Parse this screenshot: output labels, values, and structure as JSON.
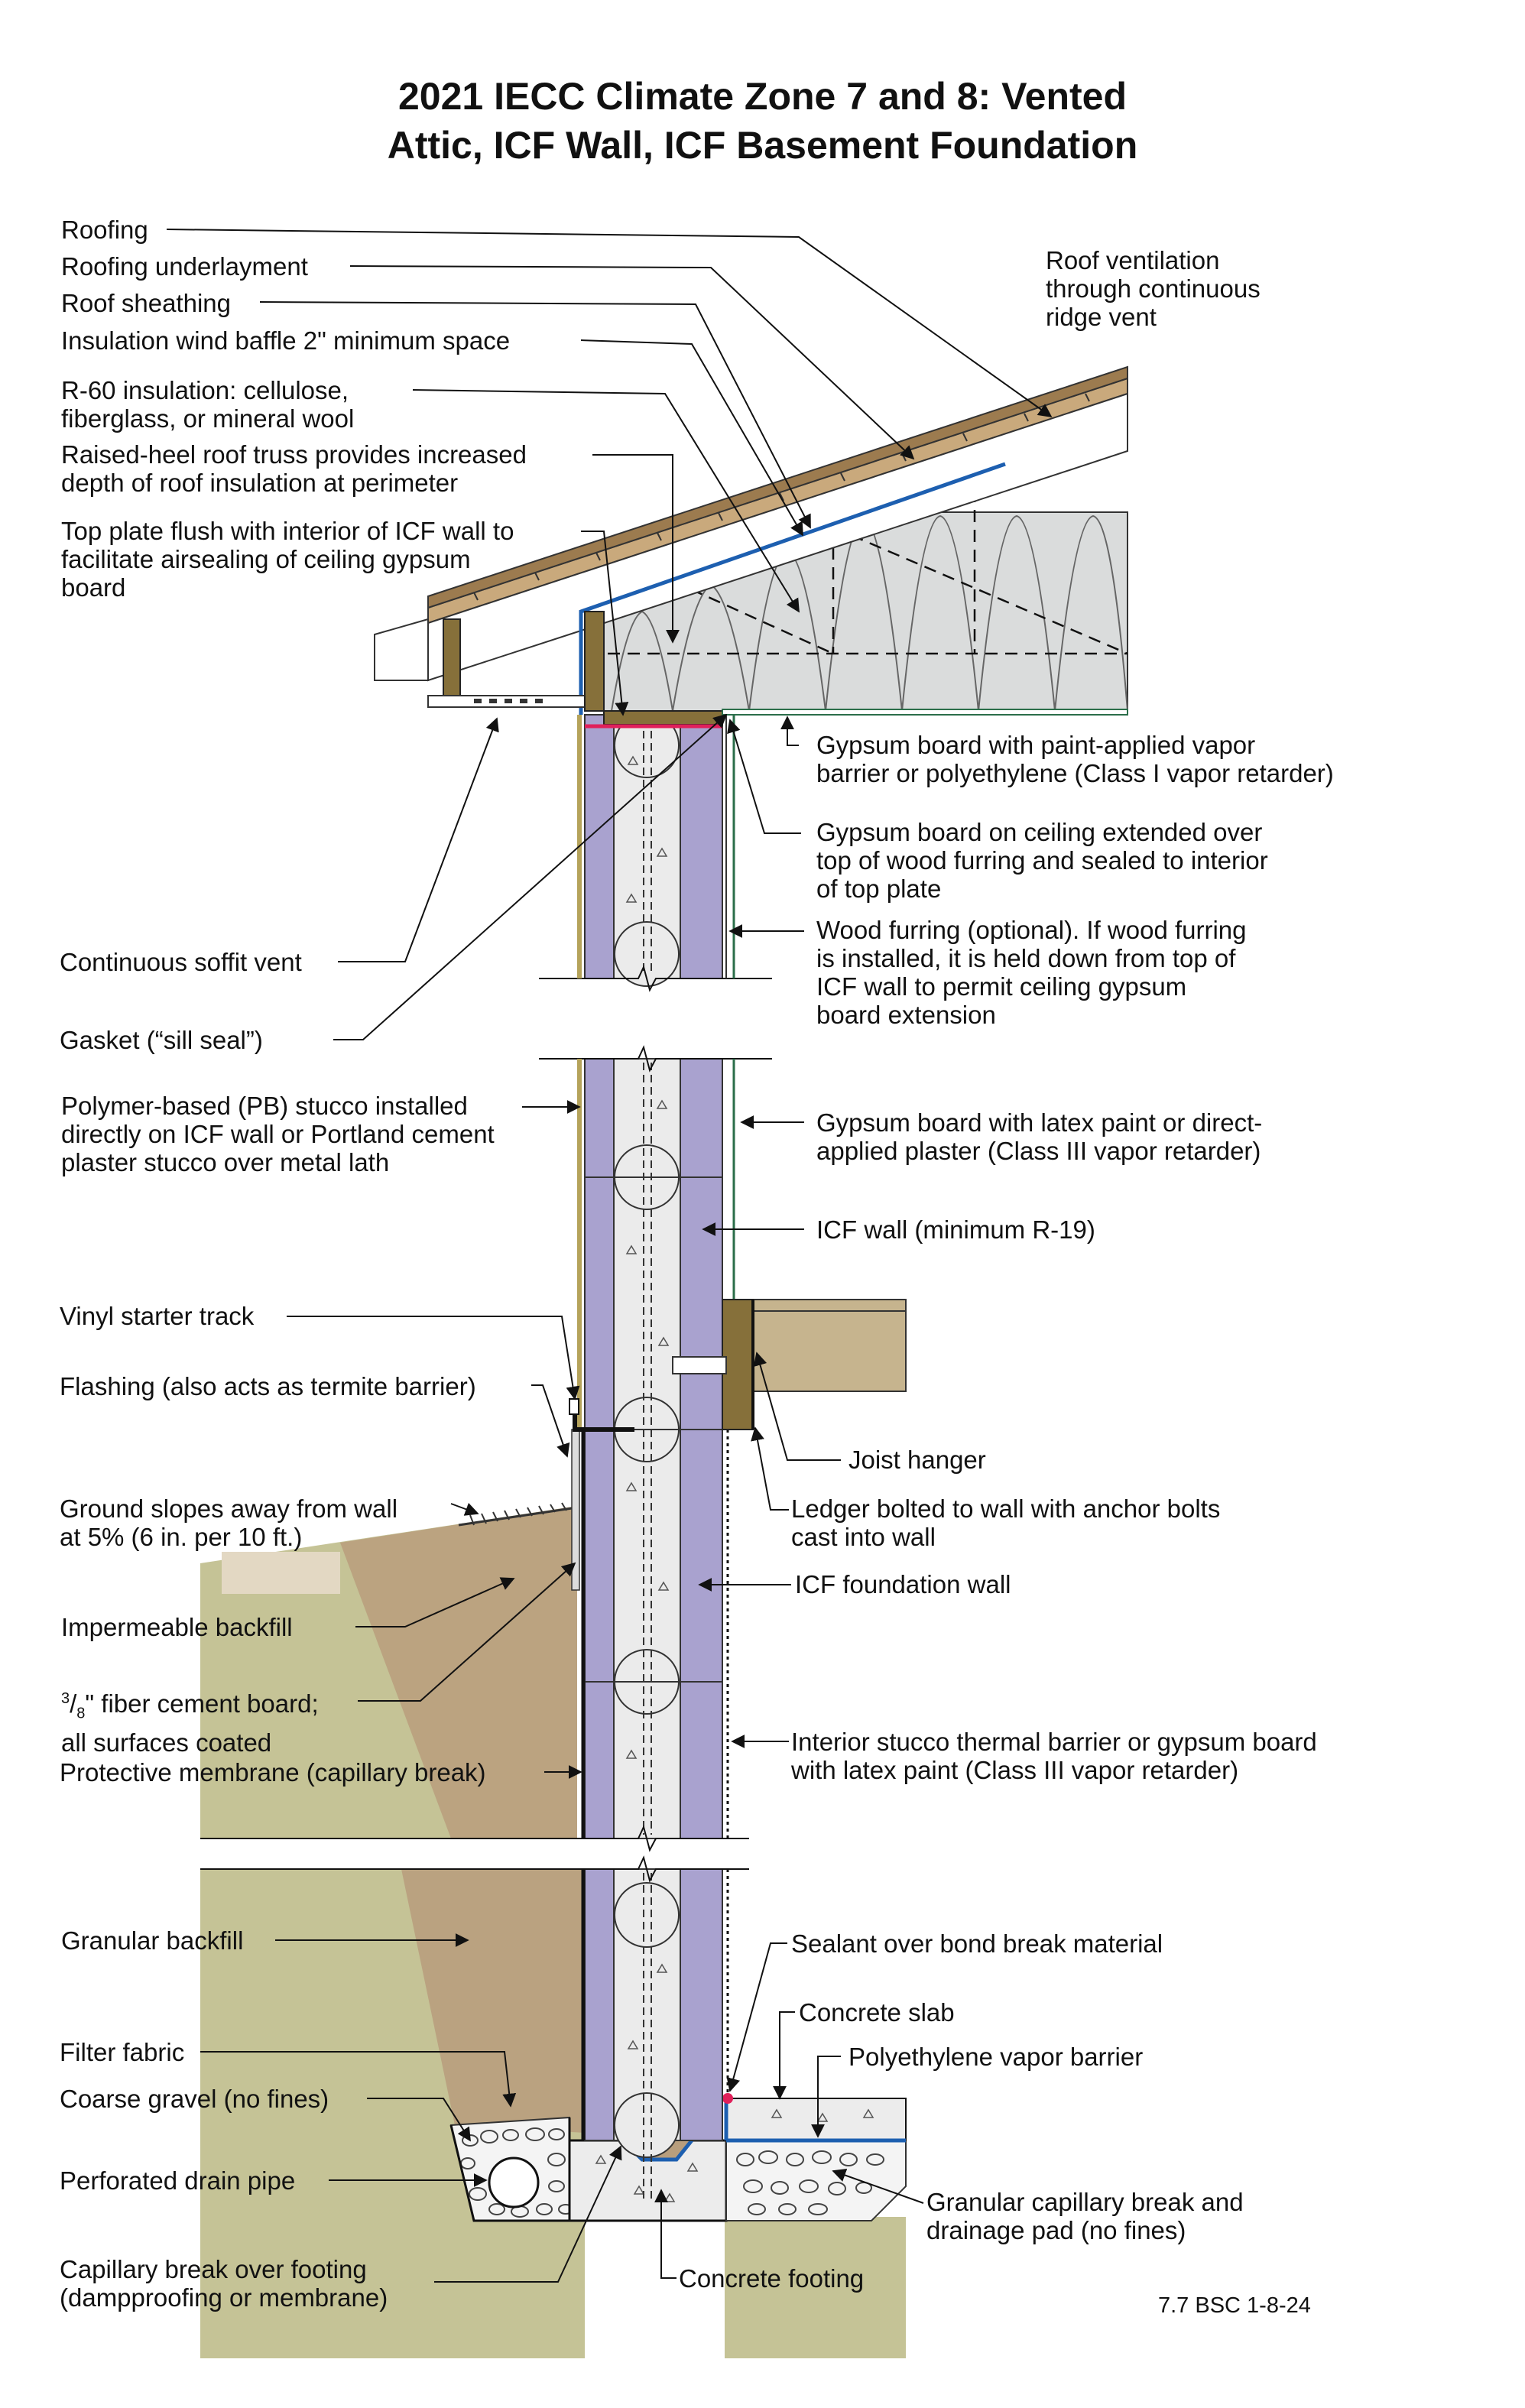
{
  "title": {
    "line1": "2021 IECC Climate Zone 7 and 8: Vented",
    "line2": "Attic, ICF Wall, ICF Basement Foundation"
  },
  "labels": {
    "roofing": "Roofing",
    "roofing_underlayment": "Roofing underlayment",
    "roof_sheathing": "Roof sheathing",
    "wind_baffle": "Insulation wind baffle 2\" minimum space",
    "r60_line1": "R-60 insulation: cellulose,",
    "r60_line2": "fiberglass, or mineral wool",
    "heel_line1": "Raised-heel roof truss provides increased",
    "heel_line2": "depth of roof insulation at perimeter",
    "topplate_line1": "Top plate flush with interior of ICF wall to",
    "topplate_line2": "facilitate airsealing of ceiling gypsum",
    "topplate_line3": "board",
    "ridge_line1": "Roof ventilation",
    "ridge_line2": "through continuous",
    "ridge_line3": "ridge vent",
    "gyp_ceiling_line1": "Gypsum board with paint-applied vapor",
    "gyp_ceiling_line2": "barrier or polyethylene (Class I vapor retarder)",
    "gyp_extended_line1": "Gypsum board on ceiling extended over",
    "gyp_extended_line2": "top of wood furring and sealed to interior",
    "gyp_extended_line3": "of top plate",
    "furring_line1": "Wood furring (optional). If wood furring",
    "furring_line2": "is installed, it is held down from top of",
    "furring_line3": "ICF wall to permit ceiling gypsum",
    "furring_line4": "board extension",
    "soffit_vent": "Continuous soffit vent",
    "gasket": "Gasket (“sill seal”)",
    "stucco_line1": "Polymer-based (PB) stucco installed",
    "stucco_line2": "directly on ICF wall or Portland cement",
    "stucco_line3": "plaster stucco over metal lath",
    "gyp_wall_line1": "Gypsum board with latex paint or direct-",
    "gyp_wall_line2": "applied plaster (Class III vapor retarder)",
    "icf_wall": "ICF wall (minimum R-19)",
    "vinyl_track": "Vinyl starter track",
    "flashing": "Flashing (also acts as termite barrier)",
    "joist_hanger": "Joist hanger",
    "grade_line1": "Ground slopes away from wall",
    "grade_line2": "at 5% (6 in. per 10 ft.)",
    "ledger_line1": "Ledger bolted to wall with anchor bolts",
    "ledger_line2": "cast into wall",
    "icf_foundation": "ICF foundation wall",
    "impermeable": "Impermeable backfill",
    "fiber_cement_num": "3",
    "fiber_cement_den": "8",
    "fiber_cement_line1": "\" fiber cement board;",
    "fiber_cement_line2": "all surfaces coated",
    "interior_stucco_line1": "Interior stucco thermal barrier or gypsum board",
    "interior_stucco_line2": "with latex paint (Class III vapor retarder)",
    "membrane": "Protective membrane (capillary break)",
    "granular_backfill": "Granular backfill",
    "sealant": "Sealant over bond break material",
    "concrete_slab": "Concrete slab",
    "filter_fabric": "Filter fabric",
    "poly_barrier": "Polyethylene vapor barrier",
    "coarse_gravel": "Coarse gravel (no fines)",
    "drain_pipe": "Perforated drain pipe",
    "cap_pad_line1": "Granular capillary break and",
    "cap_pad_line2": "drainage pad (no fines)",
    "cap_footing_line1": "Capillary break over footing",
    "cap_footing_line2": "(dampproofing or membrane)",
    "footing": "Concrete footing",
    "drawing_code": "7.7 BSC 1-8-24"
  },
  "colors": {
    "icf_foam": "#a9a2cf",
    "concrete": "#ebebeb",
    "earth_green": "#c5c396",
    "earth_brown": "#b89e7d",
    "floor_joist": "#c6b48e",
    "insulation": "#dadcdc",
    "vapor_blue": "#1d5fb0",
    "sealant_red": "#e0205a",
    "wood": "#86703a"
  }
}
